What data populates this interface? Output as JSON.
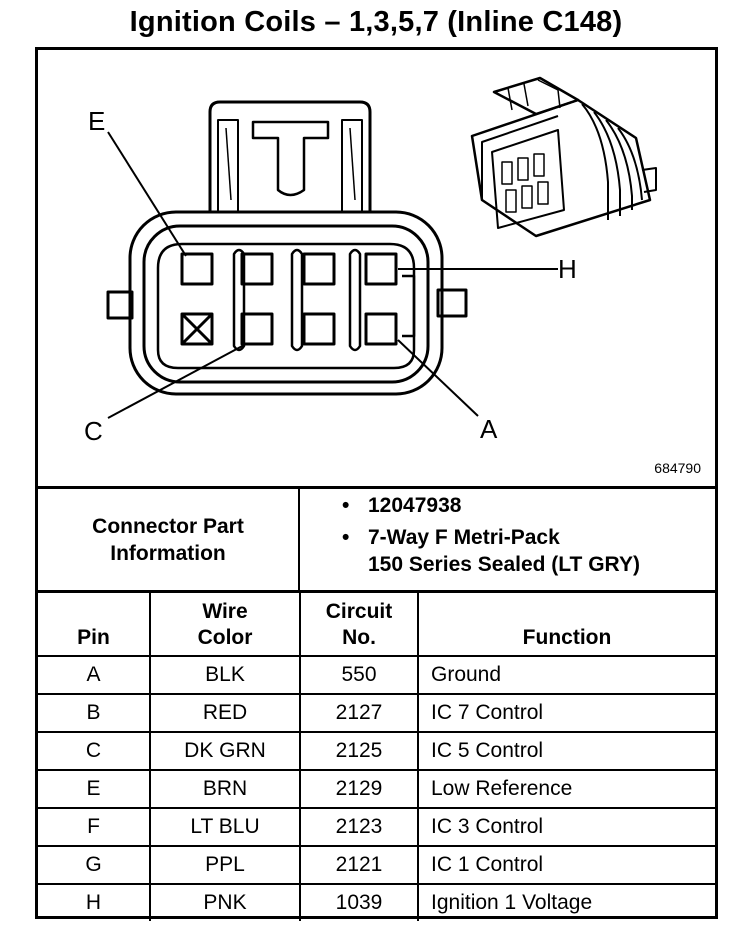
{
  "title": "Ignition Coils – 1,3,5,7 (Inline C148)",
  "figure_number": "684790",
  "callouts": {
    "e": "E",
    "h": "H",
    "c": "C",
    "a": "A"
  },
  "connector_part": {
    "label_line1": "Connector Part",
    "label_line2": "Information",
    "part_number": "12047938",
    "desc_line1": "7-Way F Metri-Pack",
    "desc_line2": "150 Series Sealed (LT GRY)"
  },
  "table": {
    "headers": {
      "pin": "Pin",
      "wire_line1": "Wire",
      "wire_line2": "Color",
      "circuit_line1": "Circuit",
      "circuit_line2": "No.",
      "function": "Function"
    },
    "rows": [
      {
        "pin": "A",
        "color": "BLK",
        "circuit": "550",
        "function": "Ground"
      },
      {
        "pin": "B",
        "color": "RED",
        "circuit": "2127",
        "function": "IC 7 Control"
      },
      {
        "pin": "C",
        "color": "DK GRN",
        "circuit": "2125",
        "function": "IC 5 Control"
      },
      {
        "pin": "E",
        "color": "BRN",
        "circuit": "2129",
        "function": "Low Reference"
      },
      {
        "pin": "F",
        "color": "LT BLU",
        "circuit": "2123",
        "function": "IC 3 Control"
      },
      {
        "pin": "G",
        "color": "PPL",
        "circuit": "2121",
        "function": "IC 1 Control"
      },
      {
        "pin": "H",
        "color": "PNK",
        "circuit": "1039",
        "function": "Ignition 1 Voltage"
      }
    ]
  }
}
